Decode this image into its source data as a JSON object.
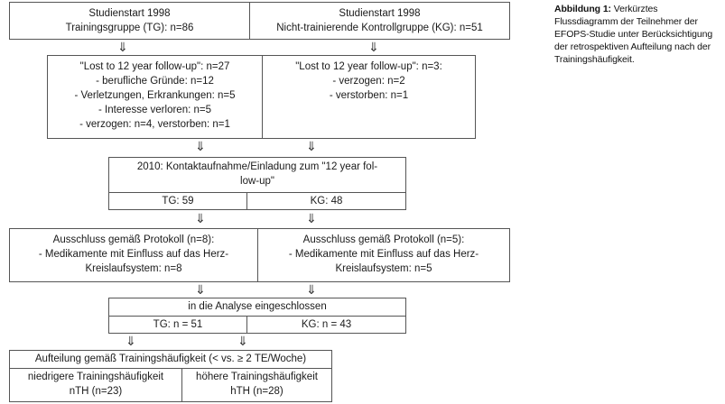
{
  "caption": {
    "label": "Abbildung 1:",
    "text": "Verkürztes Flussdiagramm der Teilnehmer der EFOPS-Studie unter Berücksichtigung der retrospektiven Aufteilung nach der Trainingshäufigkeit."
  },
  "start": {
    "tg_line1": "Studienstart 1998",
    "tg_line2": "Trainingsgruppe (TG): n=86",
    "kg_line1": "Studienstart 1998",
    "kg_line2": "Nicht-trainierende Kontrollgruppe (KG): n=51"
  },
  "lost": {
    "tg": [
      "\"Lost to 12 year follow-up\": n=27",
      "- berufliche Gründe: n=12",
      "- Verletzungen, Erkrankungen: n=5",
      "- Interesse verloren: n=5",
      "- verzogen: n=4, verstorben: n=1"
    ],
    "kg": [
      "\"Lost to 12 year follow-up\": n=3:",
      "- verzogen: n=2",
      "- verstorben: n=1"
    ]
  },
  "contact": {
    "line1": "2010: Kontaktaufnahme/Einladung zum \"12 year fol-",
    "line2": "low-up\"",
    "tg": "TG: 59",
    "kg": "KG: 48"
  },
  "exclusion": {
    "tg": [
      "Ausschluss gemäß Protokoll (n=8):",
      "- Medikamente mit Einfluss auf das Herz-",
      "Kreislaufsystem: n=8"
    ],
    "kg": [
      "Ausschluss gemäß Protokoll (n=5):",
      "- Medikamente mit Einfluss auf das Herz-",
      "Kreislaufsystem: n=5"
    ]
  },
  "analysis": {
    "title": "in die Analyse eingeschlossen",
    "tg": "TG: n = 51",
    "kg": "KG: n = 43"
  },
  "split": {
    "title": "Aufteilung gemäß Trainingshäufigkeit (< vs. ≥ 2 TE/Woche)",
    "low_line1": "niedrigere Trainingshäufigkeit",
    "low_line2": "nTH (n=23)",
    "high_line1": "höhere Trainingshäufigkeit",
    "high_line2": "hTH (n=28)"
  },
  "arrow_glyph": "⇓"
}
